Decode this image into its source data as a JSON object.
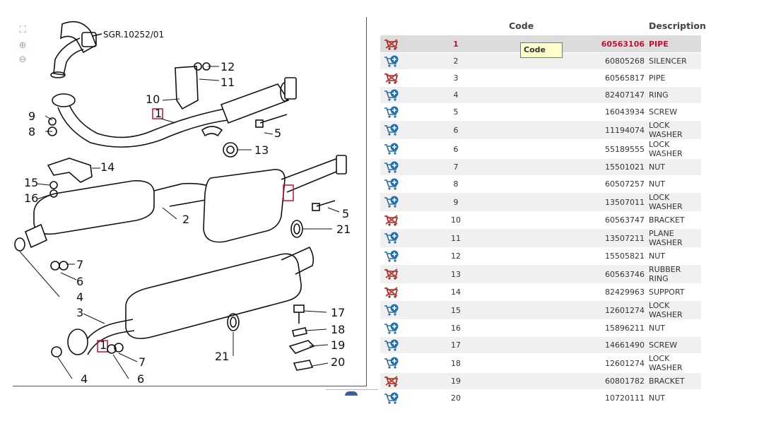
{
  "diagram": {
    "drawing_ref": "SGR.10252/01",
    "callouts": [
      "12",
      "11",
      "10",
      "1",
      "9",
      "8",
      "5",
      "13",
      "14",
      "15",
      "16",
      "2",
      "5",
      "21",
      "7",
      "6",
      "4",
      "3",
      "17",
      "18",
      "19",
      "20",
      "21",
      "7",
      "4",
      "6",
      "1"
    ],
    "zoom_icons": [
      "fit-icon",
      "zoom-in-icon",
      "zoom-out-icon"
    ]
  },
  "table": {
    "headers": {
      "ref": "",
      "code": "Code",
      "description": "Description"
    },
    "rows": [
      {
        "ref": "1",
        "code": "60563106",
        "desc": "PIPE",
        "icon": "cart-disabled",
        "selected": true
      },
      {
        "ref": "2",
        "code": "60805268",
        "desc": "SILENCER",
        "icon": "cart-add"
      },
      {
        "ref": "3",
        "code": "60565817",
        "desc": "PIPE",
        "icon": "cart-disabled"
      },
      {
        "ref": "4",
        "code": "82407147",
        "desc": "RING",
        "icon": "cart-add"
      },
      {
        "ref": "5",
        "code": "16043934",
        "desc": "SCREW",
        "icon": "cart-add"
      },
      {
        "ref": "6",
        "code": "11194074",
        "desc": "LOCK WASHER",
        "icon": "cart-add"
      },
      {
        "ref": "6",
        "code": "55189555",
        "desc": "LOCK WASHER",
        "icon": "cart-add"
      },
      {
        "ref": "7",
        "code": "15501021",
        "desc": "NUT",
        "icon": "cart-add"
      },
      {
        "ref": "8",
        "code": "60507257",
        "desc": "NUT",
        "icon": "cart-add"
      },
      {
        "ref": "9",
        "code": "13507011",
        "desc": "LOCK WASHER",
        "icon": "cart-add"
      },
      {
        "ref": "10",
        "code": "60563747",
        "desc": "BRACKET",
        "icon": "cart-disabled"
      },
      {
        "ref": "11",
        "code": "13507211",
        "desc": "PLANE WASHER",
        "icon": "cart-add"
      },
      {
        "ref": "12",
        "code": "15505821",
        "desc": "NUT",
        "icon": "cart-add"
      },
      {
        "ref": "13",
        "code": "60563746",
        "desc": "RUBBER RING",
        "icon": "cart-disabled"
      },
      {
        "ref": "14",
        "code": "82429963",
        "desc": "SUPPORT",
        "icon": "cart-disabled"
      },
      {
        "ref": "15",
        "code": "12601274",
        "desc": "LOCK WASHER",
        "icon": "cart-add"
      },
      {
        "ref": "16",
        "code": "15896211",
        "desc": "NUT",
        "icon": "cart-add"
      },
      {
        "ref": "17",
        "code": "14661490",
        "desc": "SCREW",
        "icon": "cart-add"
      },
      {
        "ref": "18",
        "code": "12601274",
        "desc": "LOCK WASHER",
        "icon": "cart-add"
      },
      {
        "ref": "19",
        "code": "60801782",
        "desc": "BRACKET",
        "icon": "cart-disabled"
      },
      {
        "ref": "20",
        "code": "10720111",
        "desc": "NUT",
        "icon": "cart-add"
      }
    ]
  },
  "tooltip": {
    "text": "Code"
  },
  "colors": {
    "selected_text": "#c8102e",
    "cart_blue": "#1f6fb5",
    "cart_red": "#c0392b",
    "row_alt": "#f0f0f0"
  }
}
